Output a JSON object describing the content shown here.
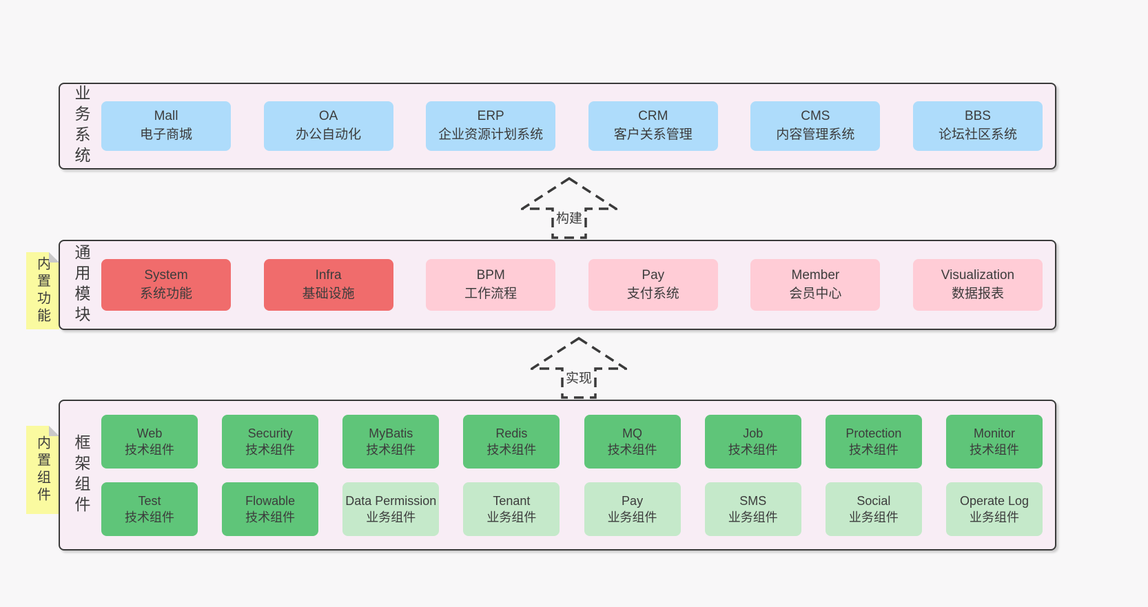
{
  "sections": {
    "business": {
      "label": "业务系统",
      "items": [
        {
          "name": "Mall",
          "desc": "电子商城"
        },
        {
          "name": "OA",
          "desc": "办公自动化"
        },
        {
          "name": "ERP",
          "desc": "企业资源计划系统"
        },
        {
          "name": "CRM",
          "desc": "客户关系管理"
        },
        {
          "name": "CMS",
          "desc": "内容管理系统"
        },
        {
          "name": "BBS",
          "desc": "论坛社区系统"
        }
      ]
    },
    "modules": {
      "label": "通用模块",
      "sticky": "内置功能",
      "items": [
        {
          "name": "System",
          "desc": "系统功能",
          "variant": "red"
        },
        {
          "name": "Infra",
          "desc": "基础设施",
          "variant": "red"
        },
        {
          "name": "BPM",
          "desc": "工作流程",
          "variant": "pink"
        },
        {
          "name": "Pay",
          "desc": "支付系统",
          "variant": "pink"
        },
        {
          "name": "Member",
          "desc": "会员中心",
          "variant": "pink"
        },
        {
          "name": "Visualization",
          "desc": "数据报表",
          "variant": "pink"
        }
      ]
    },
    "framework": {
      "label": "框架组件",
      "sticky": "内置组件",
      "row1": [
        {
          "name": "Web",
          "desc": "技术组件",
          "variant": "green"
        },
        {
          "name": "Security",
          "desc": "技术组件",
          "variant": "green"
        },
        {
          "name": "MyBatis",
          "desc": "技术组件",
          "variant": "green"
        },
        {
          "name": "Redis",
          "desc": "技术组件",
          "variant": "green"
        },
        {
          "name": "MQ",
          "desc": "技术组件",
          "variant": "green"
        },
        {
          "name": "Job",
          "desc": "技术组件",
          "variant": "green"
        },
        {
          "name": "Protection",
          "desc": "技术组件",
          "variant": "green"
        },
        {
          "name": "Monitor",
          "desc": "技术组件",
          "variant": "green"
        }
      ],
      "row2": [
        {
          "name": "Test",
          "desc": "技术组件",
          "variant": "green"
        },
        {
          "name": "Flowable",
          "desc": "技术组件",
          "variant": "green"
        },
        {
          "name": "Data Permission",
          "desc": "业务组件",
          "variant": "lightgreen"
        },
        {
          "name": "Tenant",
          "desc": "业务组件",
          "variant": "lightgreen"
        },
        {
          "name": "Pay",
          "desc": "业务组件",
          "variant": "lightgreen"
        },
        {
          "name": "SMS",
          "desc": "业务组件",
          "variant": "lightgreen"
        },
        {
          "name": "Social",
          "desc": "业务组件",
          "variant": "lightgreen"
        },
        {
          "name": "Operate Log",
          "desc": "业务组件",
          "variant": "lightgreen"
        }
      ]
    }
  },
  "arrows": {
    "build": "构建",
    "implement": "实现"
  },
  "colors": {
    "page_bg": "#f8f7f8",
    "container_bg": "#f8edf5",
    "border": "#3a3a3a",
    "blue": "#aedcfb",
    "red": "#f06c6c",
    "pink": "#ffccd6",
    "green": "#5fc579",
    "light_green": "#c5e9ca",
    "sticky_yellow": "#fafaa0",
    "sticky_fold": "#c9c9c9",
    "text": "#3c3c3c"
  }
}
